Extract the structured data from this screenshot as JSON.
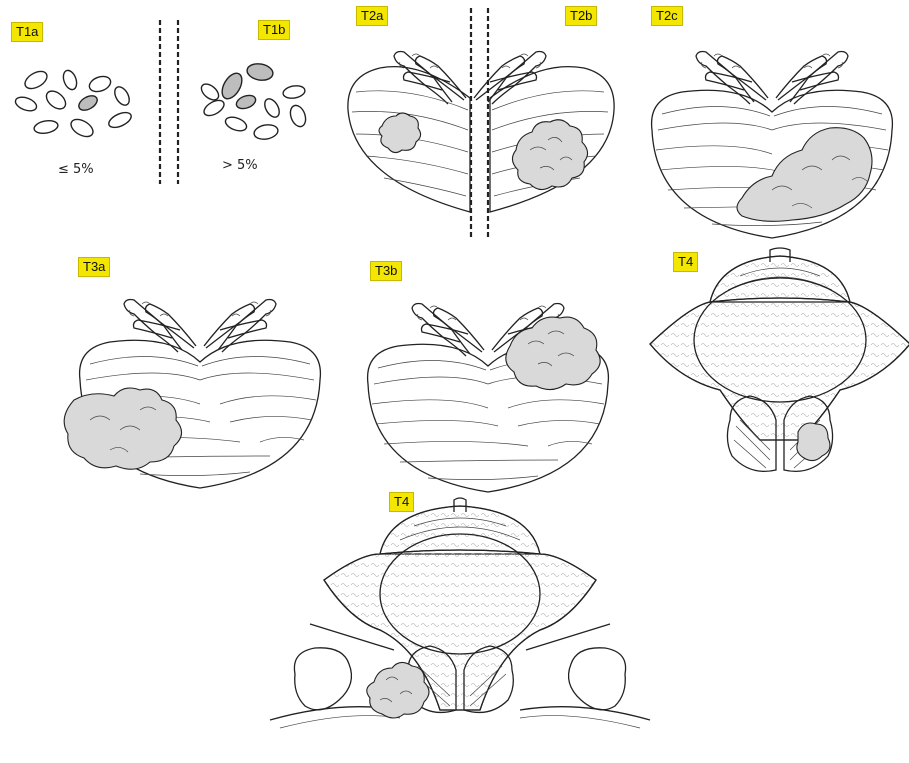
{
  "stages": {
    "t1a": "T1a",
    "t1b": "T1b",
    "t2a": "T2a",
    "t2b": "T2b",
    "t2c": "T2c",
    "t3a": "T3a",
    "t3b": "T3b",
    "t4_top": "T4",
    "t4_bottom": "T4"
  },
  "percent": {
    "le5": "≤ 5%",
    "gt5": "> 5%"
  },
  "colors": {
    "label_bg": "#f3e600",
    "tumor_fill": "#d9d9d9",
    "line": "#222222"
  }
}
